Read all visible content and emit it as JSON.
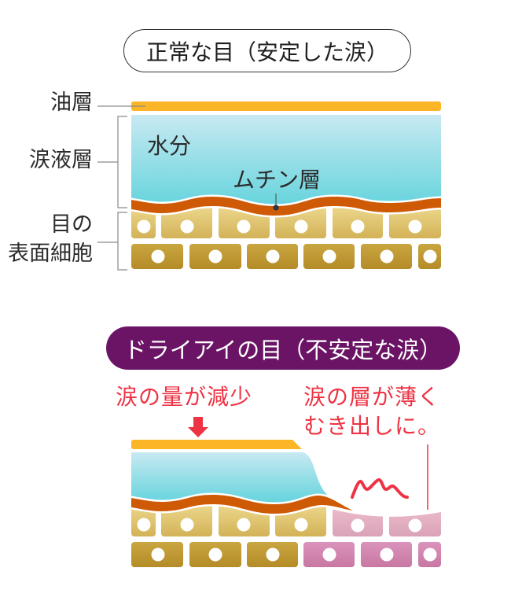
{
  "normal_eye": {
    "title": "正常な目（安定した涙）",
    "labels": {
      "oil_layer": "油層",
      "tear_fluid_layer": "涙液層",
      "ocular_surface_cells_line1": "目の",
      "ocular_surface_cells_line2": "表面細胞",
      "water": "水分",
      "mucin_layer": "ムチン層"
    },
    "cells": {
      "upper_row_count": 6,
      "lower_row_count": 6
    }
  },
  "dry_eye": {
    "title": "ドライアイの目（不安定な涙）",
    "annotations": {
      "tear_volume_decrease": "涙の量が減少",
      "thin_layer_line1": "涙の層が薄く",
      "thin_layer_line2": "むき出しに。"
    },
    "damaged_cells": {
      "upper_row": 2,
      "lower_row": 3
    }
  },
  "icons": {
    "decrease_arrow": "down-arrow-icon",
    "irritation_mark": "irritation-squiggle-icon"
  },
  "colors": {
    "oil": "#fbb527",
    "water_top": "#c8e9f2",
    "water_bottom": "#6bd5de",
    "mucin": "#cf5a05",
    "cell_upper_top": "#ead488",
    "cell_upper_bottom": "#d3b257",
    "cell_lower_top": "#c9a641",
    "cell_lower_bottom": "#b48b27",
    "damaged_upper_top": "#ecbccb",
    "damaged_upper_bottom": "#d9a2b8",
    "damaged_lower_top": "#da93bc",
    "damaged_lower_bottom": "#c877a2",
    "accent_red": "#ee3344",
    "banner_purple": "#6b1466",
    "bracket_gray": "#8a8a8a"
  }
}
